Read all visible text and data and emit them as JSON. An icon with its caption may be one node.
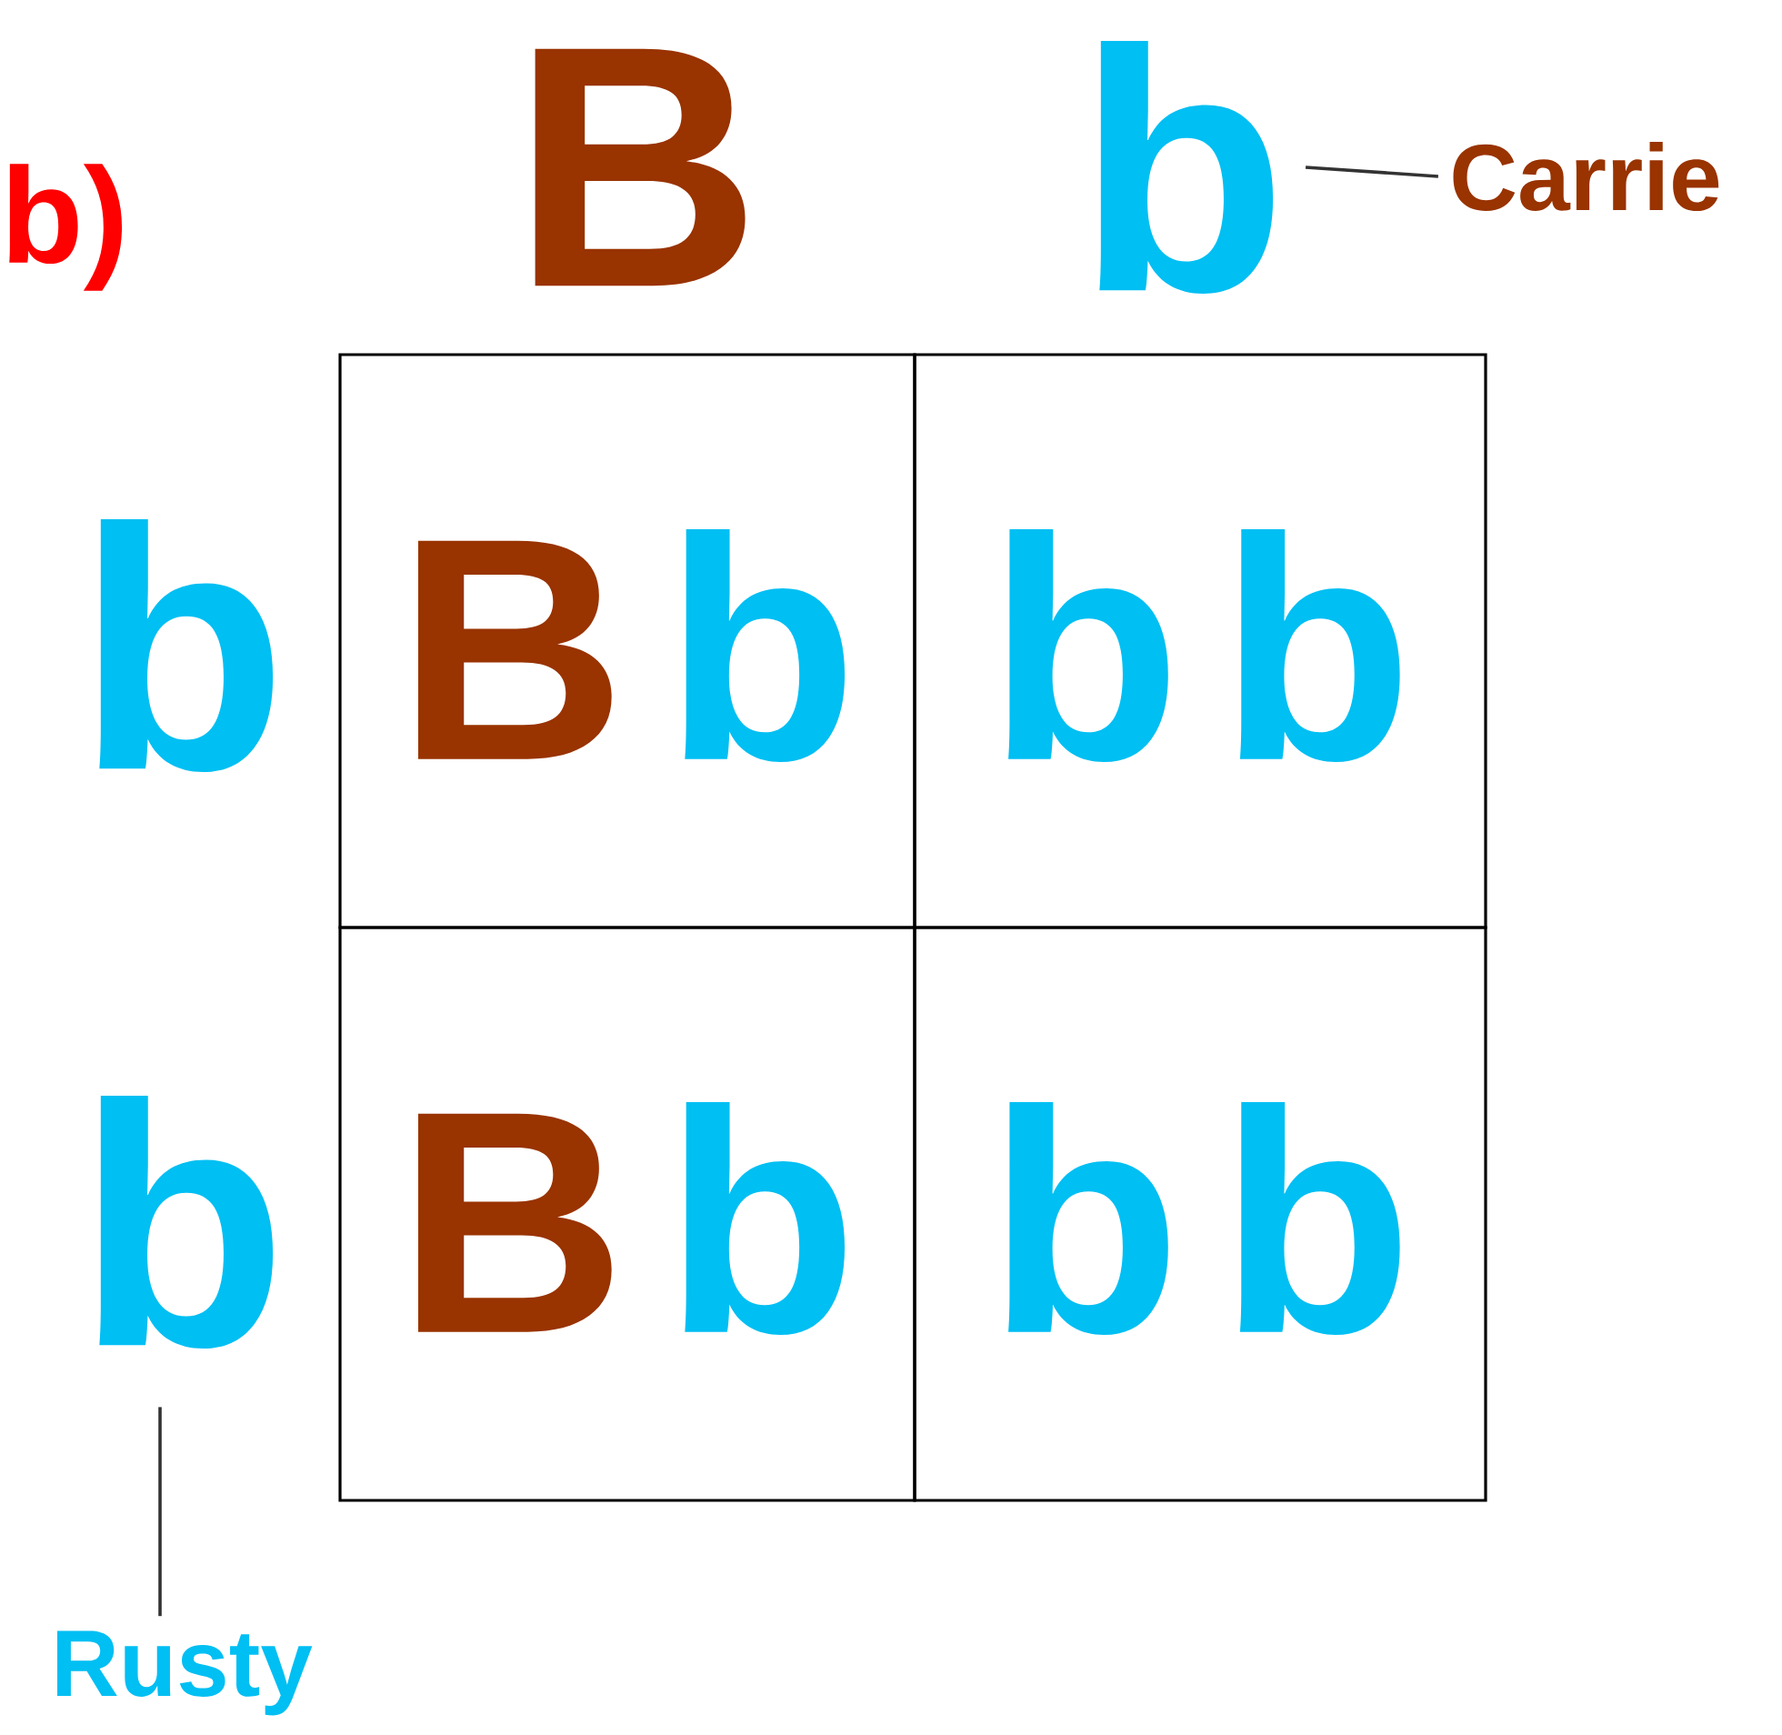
{
  "diagram": {
    "nodes": [
      {
        "text": [
          "B"
        ]
      },
      {
        "text": [
          "b"
        ]
      },
      {
        "text": [
          "Carrie"
        ]
      },
      {
        "text": [
          "b"
        ]
      },
      {
        "text": [
          "b"
        ]
      },
      {
        "text": [
          "Rusty"
        ]
      },
      {
        "text": [
          "B",
          "b"
        ]
      },
      {
        "text": [
          "b",
          "b"
        ]
      },
      {
        "text": [
          "B",
          "b"
        ]
      },
      {
        "text": [
          "b",
          "b"
        ]
      }
    ],
    "edges": [
      {
        "from": 2,
        "to": 1,
        "arrow": "none"
      },
      {
        "from": 5,
        "to": 4,
        "arrow": "none"
      }
    ],
    "labels": [
      "b)"
    ]
  }
}
